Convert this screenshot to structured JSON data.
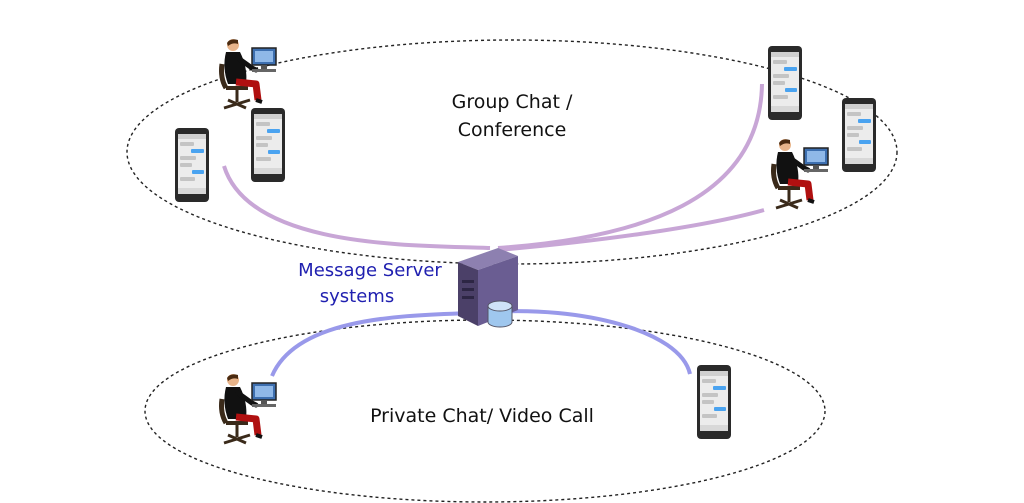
{
  "diagram": {
    "group_label_line1": "Group Chat /",
    "group_label_line2": "Conference",
    "server_label_line1": "Message Server",
    "server_label_line2": "systems",
    "private_label": "Private Chat/ Video Call"
  },
  "colors": {
    "server_label": "#2020b0",
    "group_link": "#c8a6d6",
    "private_link": "#9999ea",
    "server_body": "#5b4f7a",
    "ellipse_stroke": "#222222",
    "text": "#111111"
  },
  "icons": {
    "person": "person-at-computer-icon",
    "phone": "smartphone-chat-icon",
    "server": "server-tower-icon",
    "database": "database-icon"
  }
}
